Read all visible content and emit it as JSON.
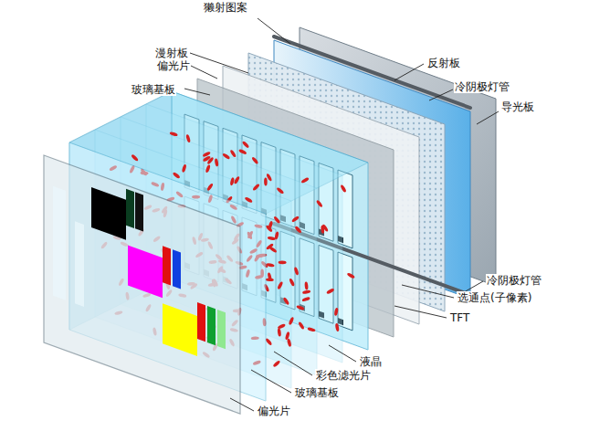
{
  "diagram": {
    "labels": [
      "獭射图案",
      "漫射板",
      "反射板",
      "偏光片",
      "玻璃基板",
      "冷阴极灯管",
      "导光板",
      "冷阴极灯管",
      "选通点(子像素)",
      "TFT",
      "液晶",
      "彩色滤光片",
      "玻璃基板",
      "偏光片"
    ]
  }
}
